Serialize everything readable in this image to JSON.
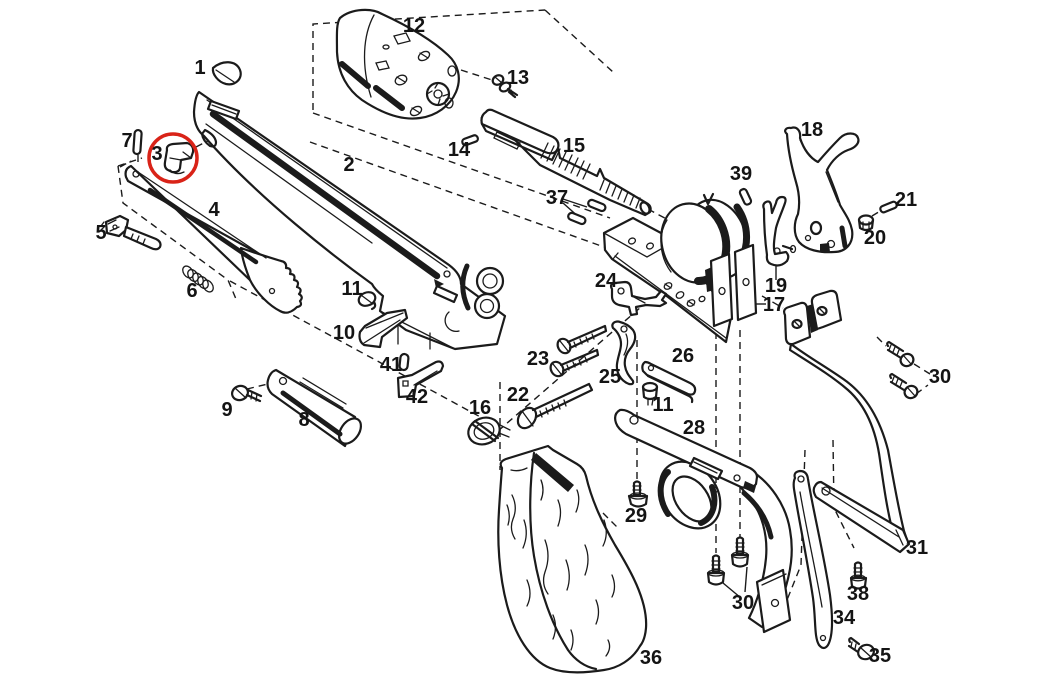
{
  "diagram": {
    "type": "exploded-parts-diagram",
    "background": "#ffffff",
    "line_color": "#1b1b1b",
    "highlight": {
      "color": "#d92318",
      "circled_part": "3"
    }
  },
  "part_labels": [
    "1",
    "2",
    "3",
    "4",
    "5",
    "6",
    "7",
    "8",
    "9",
    "10",
    "11",
    "12",
    "13",
    "14",
    "15",
    "16",
    "17",
    "18",
    "19",
    "20",
    "21",
    "22",
    "23",
    "24",
    "25",
    "26",
    "28",
    "29",
    "30",
    "30",
    "31",
    "34",
    "35",
    "36",
    "37",
    "38",
    "39",
    "41",
    "42",
    "11"
  ]
}
